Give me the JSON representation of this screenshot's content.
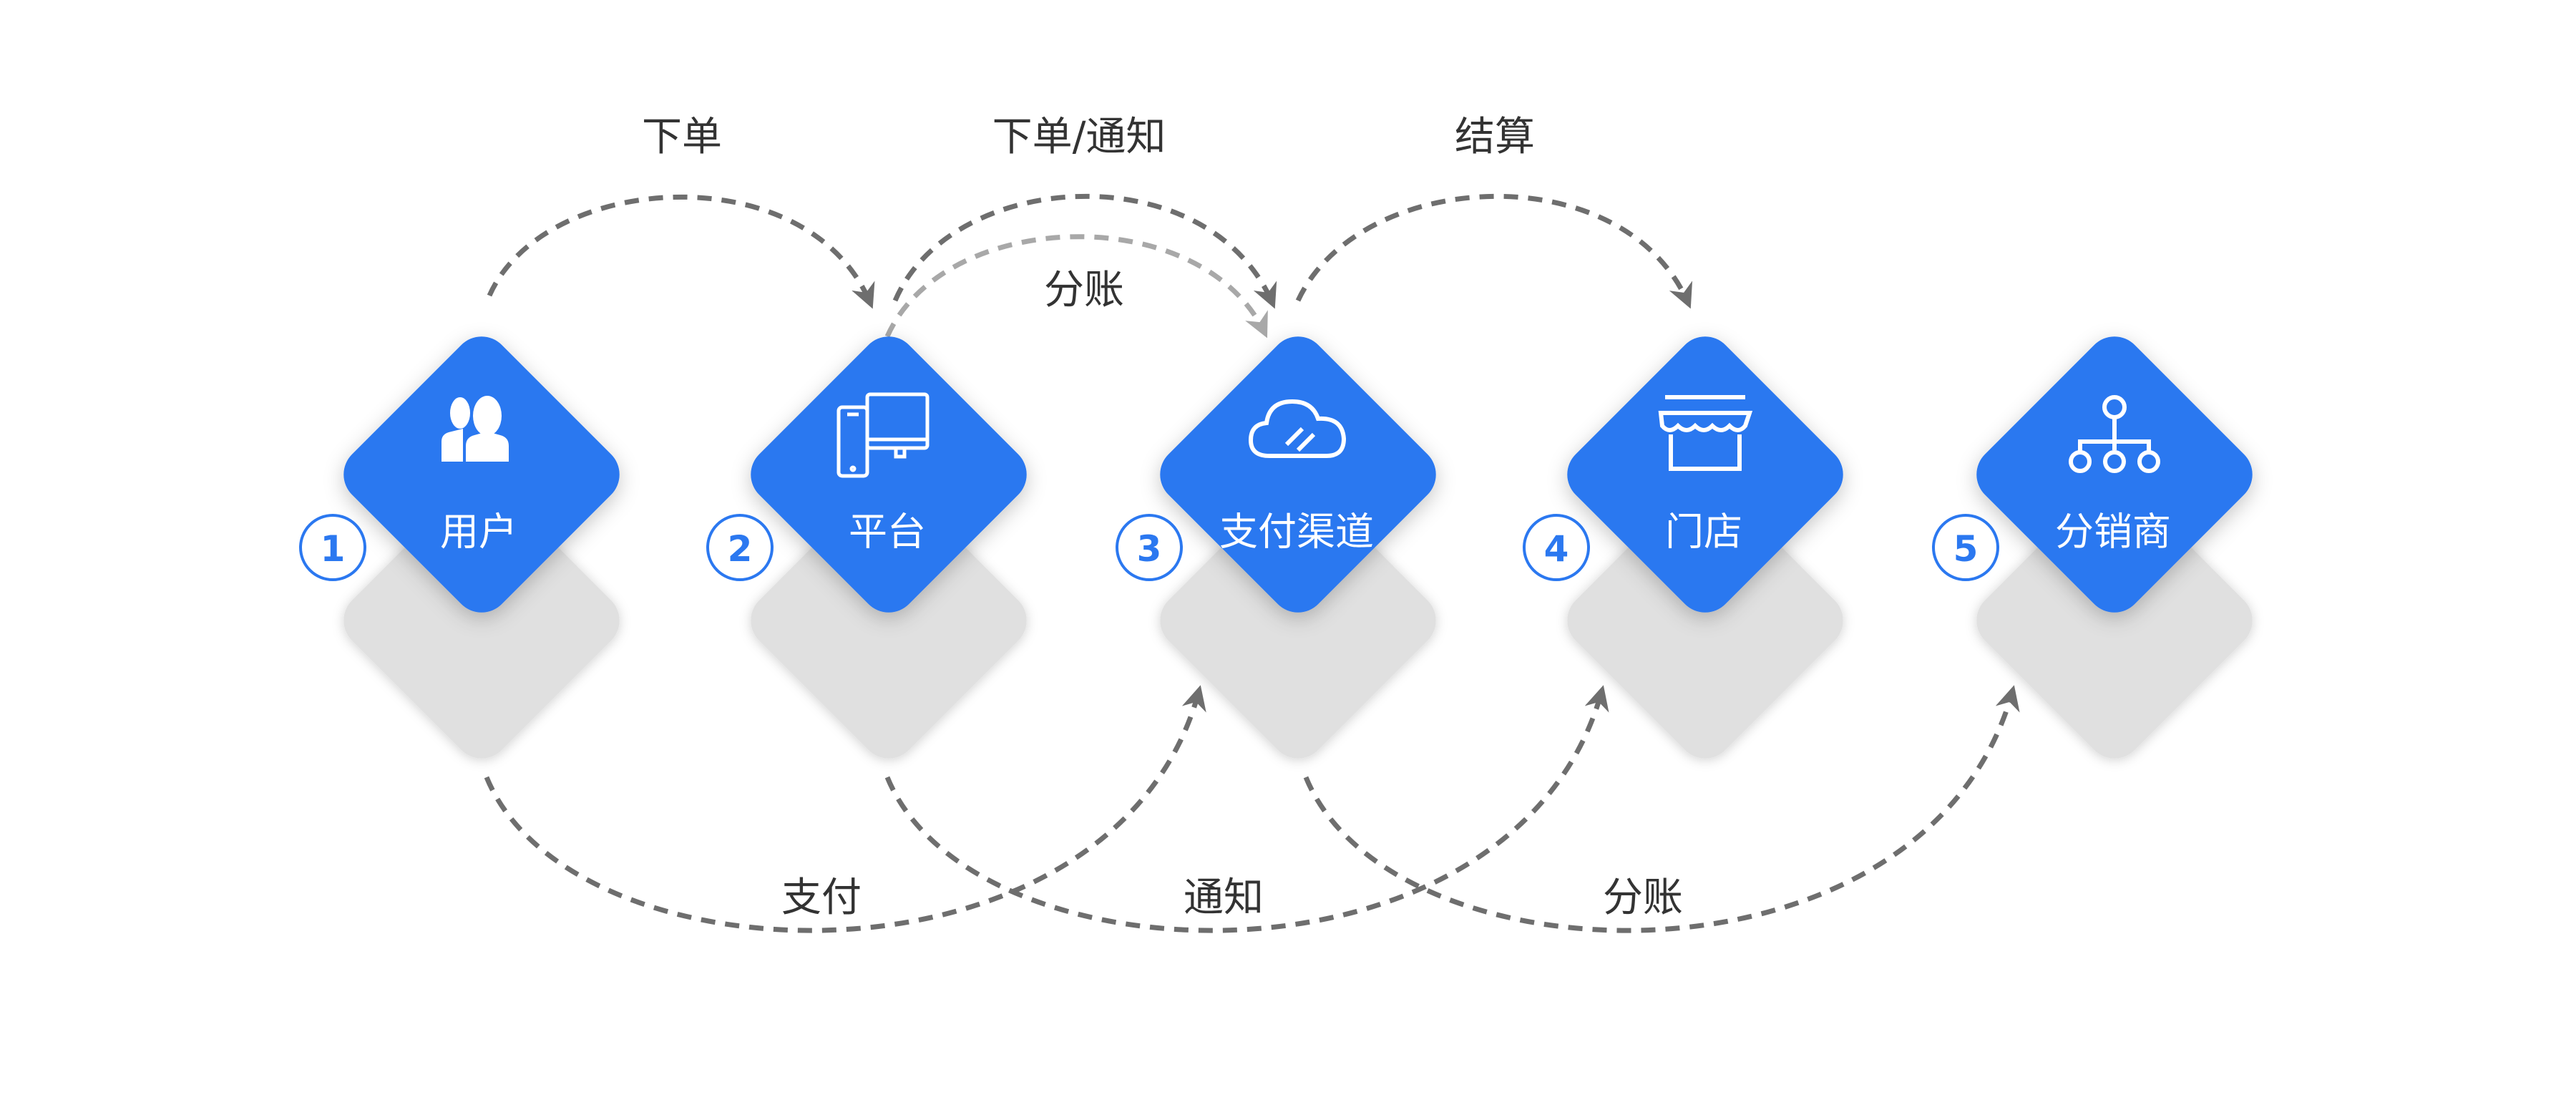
{
  "nodes": [
    {
      "number": "1",
      "label": "用户",
      "icon": "users-icon"
    },
    {
      "number": "2",
      "label": "平台",
      "icon": "devices-icon"
    },
    {
      "number": "3",
      "label": "支付渠道",
      "icon": "cloud-link-icon"
    },
    {
      "number": "4",
      "label": "门店",
      "icon": "store-icon"
    },
    {
      "number": "5",
      "label": "分销商",
      "icon": "org-tree-icon"
    }
  ],
  "top_flows": [
    {
      "label": "下单",
      "from": "用户",
      "to": "平台"
    },
    {
      "label": "下单/通知",
      "from": "平台",
      "to": "支付渠道"
    },
    {
      "label": "分账",
      "from": "平台",
      "to": "支付渠道"
    },
    {
      "label": "结算",
      "from": "支付渠道",
      "to": "门店"
    }
  ],
  "bottom_flows": [
    {
      "label": "支付",
      "from": "用户",
      "to": "支付渠道"
    },
    {
      "label": "通知",
      "from": "平台",
      "to": "门店"
    },
    {
      "label": "分账",
      "from": "支付渠道",
      "to": "分销商"
    }
  ],
  "colors": {
    "primary": "#2b78f0",
    "shadow_diamond": "#e0e0e0",
    "arrow": "#6e6e6e",
    "arrow_light": "#a8a8a8",
    "text": "#333333"
  }
}
